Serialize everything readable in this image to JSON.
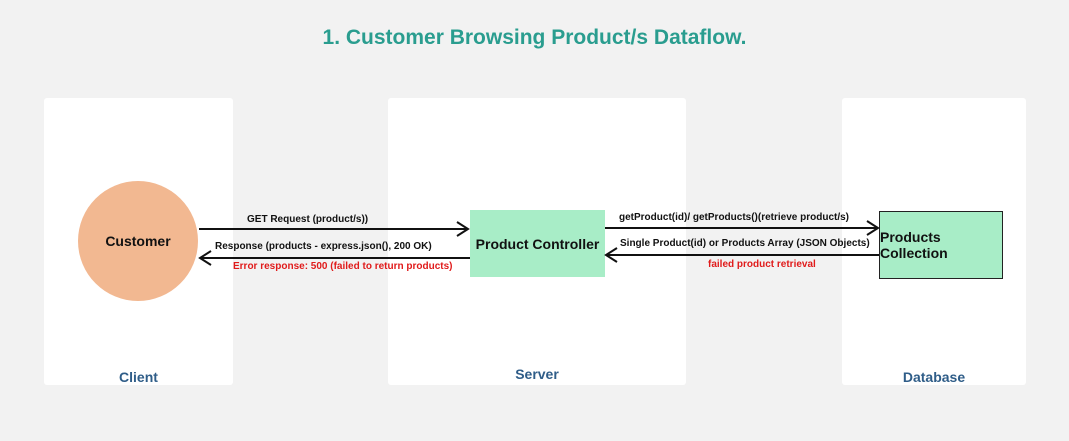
{
  "title": "1. Customer Browsing Product/s Dataflow.",
  "panels": {
    "client": "Client",
    "server": "Server",
    "database": "Database"
  },
  "nodes": {
    "customer": "Customer",
    "controller": "Product Controller",
    "collection": "Products Collection"
  },
  "edges": {
    "get_request": "GET Request (product/s))",
    "response": "Response (products - express.json(), 200 OK)",
    "error_response": "Error response: 500 (failed to return products)",
    "db_query": "getProduct(id)/ getProducts()(retrieve product/s)",
    "db_result": "Single Product(id) or Products Array (JSON Objects)",
    "db_failed": "failed product retrieval"
  },
  "colors": {
    "title": "#2a9d8f",
    "panel_label": "#2f5d88",
    "customer_fill": "#f2b891",
    "box_fill": "#a8edc7",
    "error_text": "#e01b1b"
  }
}
